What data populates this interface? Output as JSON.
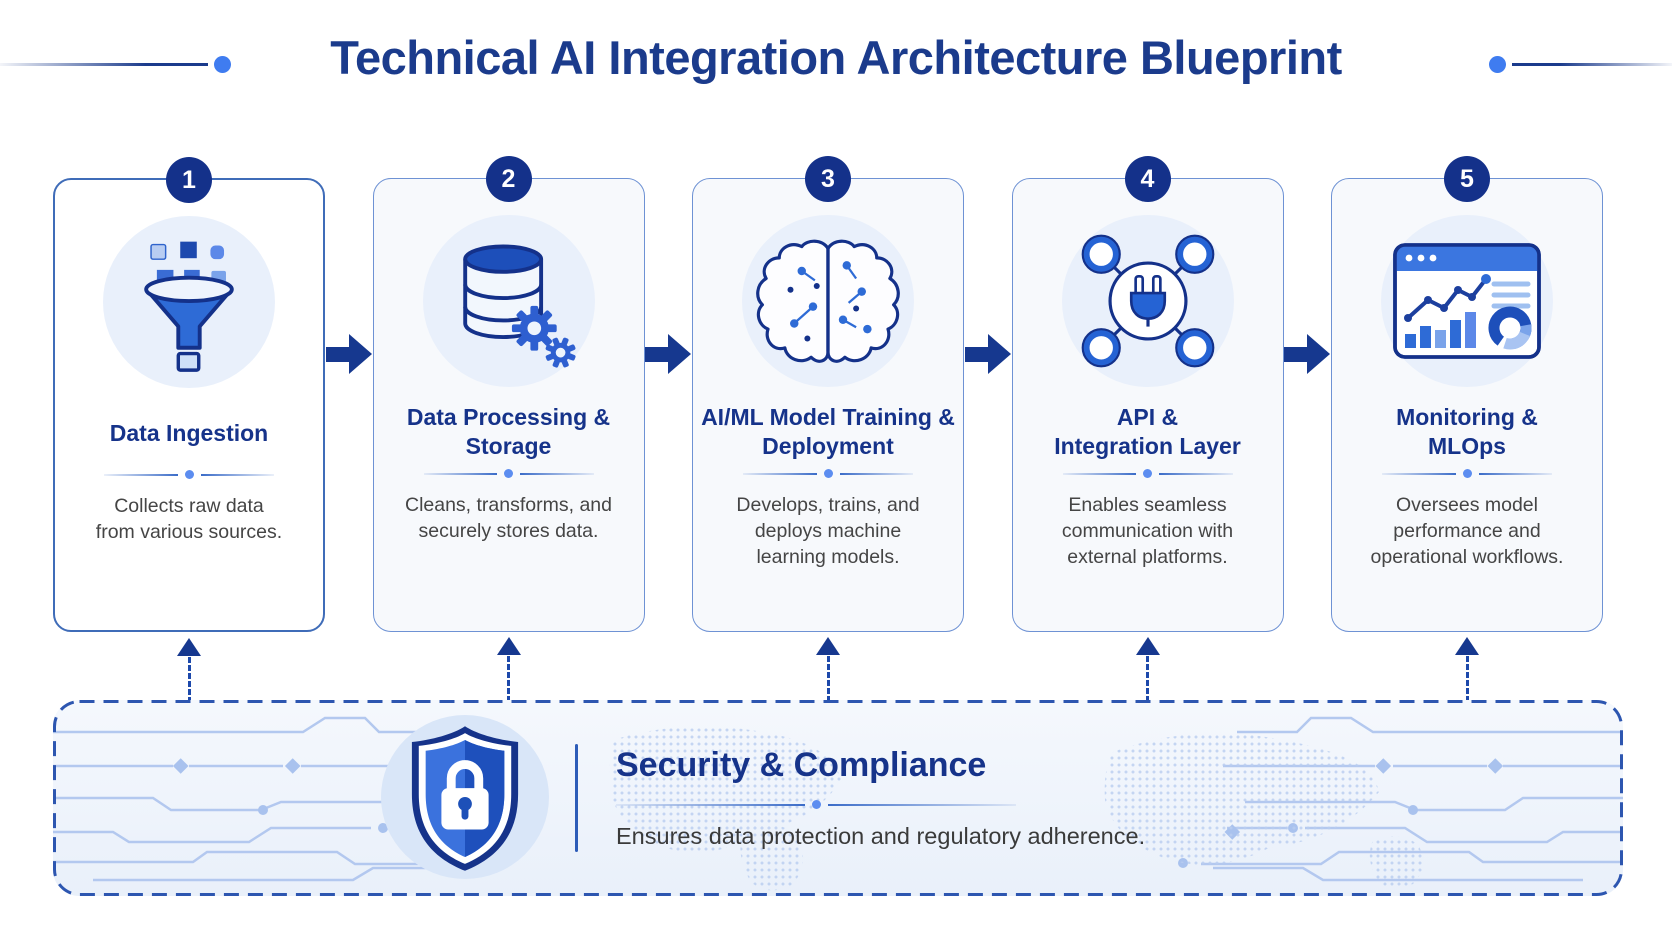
{
  "title": "Technical AI Integration Architecture Blueprint",
  "steps": [
    {
      "number": "1",
      "title": "Data Ingestion",
      "description": "Collects raw data\nfrom various sources.",
      "icon": "funnel-icon"
    },
    {
      "number": "2",
      "title": "Data Processing &\nStorage",
      "description": "Cleans, transforms, and\nsecurely stores data.",
      "icon": "database-gears-icon"
    },
    {
      "number": "3",
      "title": "AI/ML Model Training &\nDeployment",
      "description": "Develops, trains, and\ndeploys machine\nlearning models.",
      "icon": "brain-network-icon"
    },
    {
      "number": "4",
      "title": "API &\nIntegration Layer",
      "description": "Enables seamless\ncommunication with\nexternal platforms.",
      "icon": "plug-network-icon"
    },
    {
      "number": "5",
      "title": "Monitoring &\nMLOps",
      "description": "Oversees model\nperformance and\noperational workflows.",
      "icon": "dashboard-icon"
    }
  ],
  "security": {
    "title": "Security & Compliance",
    "description": "Ensures data protection and regulatory adherence.",
    "icon": "shield-lock-icon"
  },
  "colors": {
    "title_navy": "#1b3b8c",
    "card_title_navy": "#16338a",
    "badge_navy": "#14318a",
    "arrow_navy": "#16388f",
    "dashed_arrow_blue": "#1d49ab",
    "icon_blue": "#2e6bd6",
    "icon_dark_blue": "#1d4fba",
    "icon_circle_bg": "#e9f0fb",
    "accent_dot_blue": "#3f7cf0",
    "divider_blue": "#3b6cc8",
    "band_border_blue": "#2d56b0",
    "description_gray": "#454545"
  }
}
